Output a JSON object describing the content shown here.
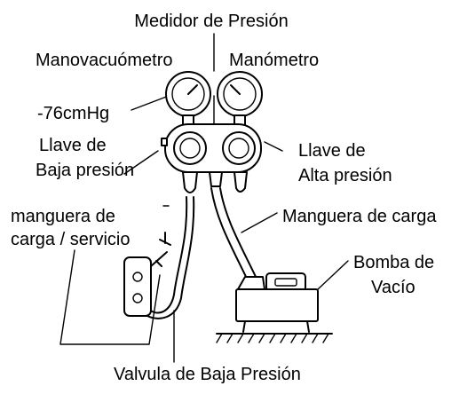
{
  "labels": {
    "manifold_title": "Medidor de Presión",
    "compound_gauge": "Manovacuómetro",
    "pressure_gauge": "Manómetro",
    "vacuum_reading": "-76cmHg",
    "low_valve_line1": "Llave de",
    "low_valve_line2": "Baja presión",
    "high_valve_line1": "Llave  de",
    "high_valve_line2": "Alta presión",
    "service_hose_line1": "manguera de",
    "service_hose_line2": "carga / servicio",
    "charge_hose": "Manguera de carga",
    "pump_line1": "Bomba de",
    "pump_line2": "Vacío",
    "low_pressure_valve": "Valvula de Baja Presión"
  },
  "colors": {
    "line": "#000000",
    "background": "#ffffff"
  }
}
